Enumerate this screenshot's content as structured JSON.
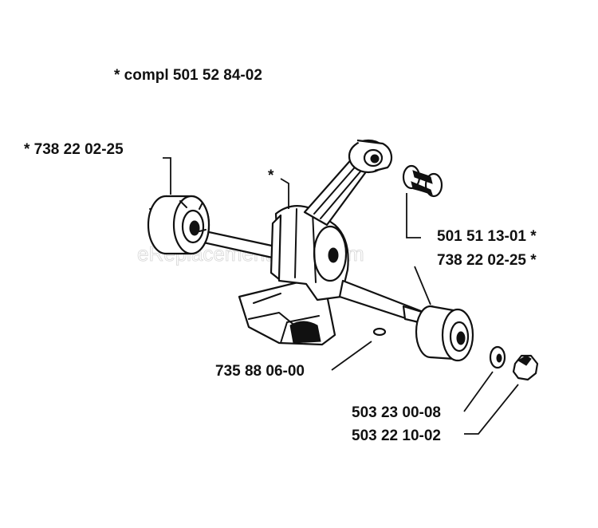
{
  "labels": {
    "compl": "* compl 501 52 84-02",
    "bearing_left": "* 738 22 02-25",
    "crank_mark": "*",
    "needle_bearing": "501 51 13-01 *",
    "bearing_right": "738 22 02-25 *",
    "key": "735 88 06-00",
    "washer": "503 23 00-08",
    "nut": "503 22 10-02"
  },
  "watermark": "eReplacementParts.com"
}
